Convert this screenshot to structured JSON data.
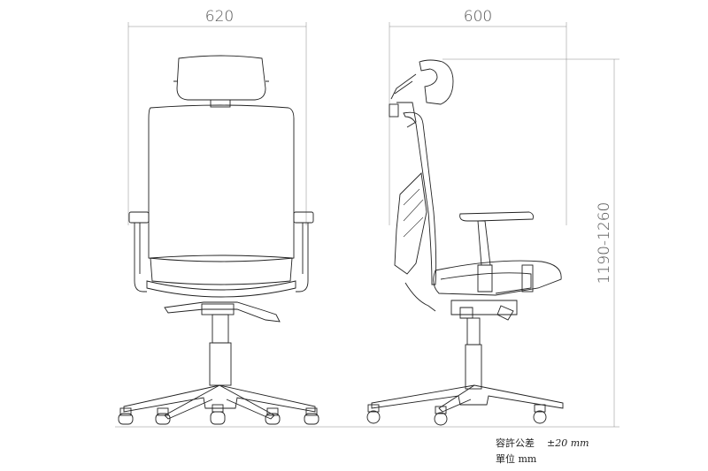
{
  "dimensions": {
    "front_width": "620",
    "side_depth": "600",
    "height_range": "1190-1260"
  },
  "notes": {
    "tolerance_label": "容許公差",
    "tolerance_value": "±20 mm",
    "unit_label": "單位 mm"
  }
}
